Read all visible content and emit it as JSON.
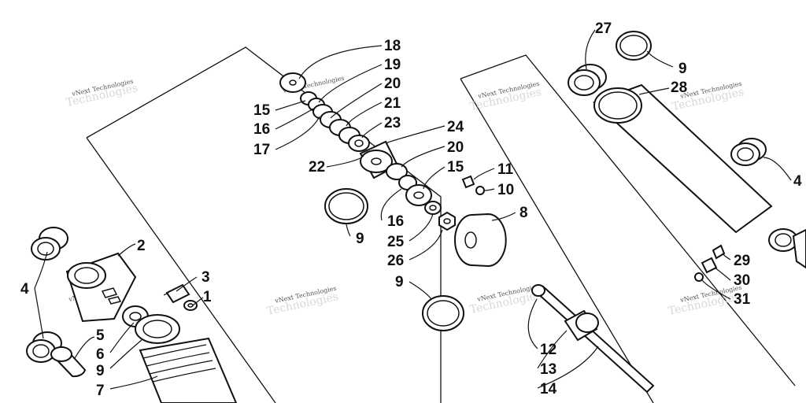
{
  "callouts": {
    "c1": "1",
    "c2": "2",
    "c3": "3",
    "c4a": "4",
    "c4b": "4",
    "c5": "5",
    "c6": "6",
    "c7": "7",
    "c8": "8",
    "c9a": "9",
    "c9b": "9",
    "c9c": "9",
    "c9d": "9",
    "c10": "10",
    "c11": "11",
    "c12": "12",
    "c13": "13",
    "c14": "14",
    "c15a": "15",
    "c15b": "15",
    "c16a": "16",
    "c16b": "16",
    "c17": "17",
    "c18": "18",
    "c19": "19",
    "c20a": "20",
    "c20b": "20",
    "c21": "21",
    "c22": "22",
    "c23": "23",
    "c24": "24",
    "c25": "25",
    "c26": "26",
    "c27": "27",
    "c28": "28",
    "c29": "29",
    "c30": "30",
    "c31": "31"
  },
  "watermark": {
    "text": "vNext Technologies",
    "ghost": "Technologies"
  }
}
